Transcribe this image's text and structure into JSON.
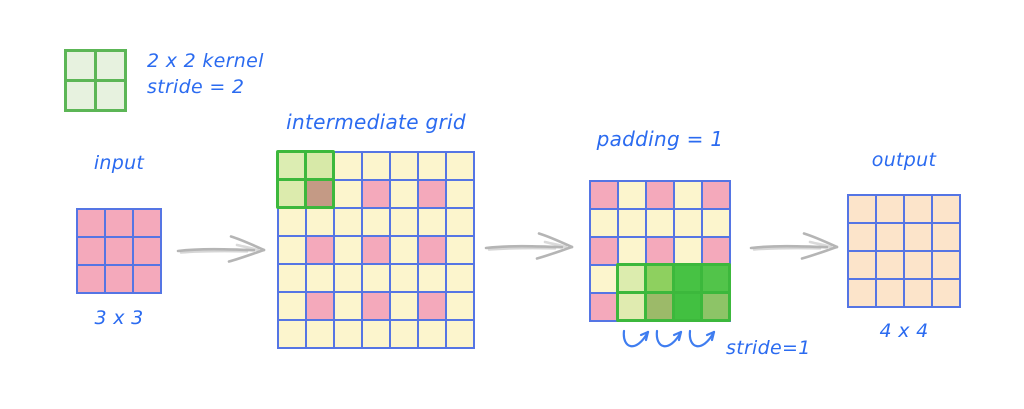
{
  "palette": {
    "pink": "#f4a9bb",
    "yellow": "#fcf5cd",
    "peach": "#fce4ca",
    "grid_line": "#5575e4",
    "kernel_fill": "#e7f2df",
    "kernel_line": "#5cb656",
    "overlay_line": "#3cb83c",
    "text_blue": "#2b6bf0",
    "arrow_gray": "#b5b5b5",
    "arc_blue": "#3f7df0"
  },
  "fillmap": {
    "p": "pink",
    "y": "yellow",
    "o": "peach",
    "k": "kernel_fill"
  },
  "labels": {
    "kernel": "2 x 2 kernel",
    "kernel_stride": "stride = 2",
    "input_title": "input",
    "input_size": "3 x 3",
    "intermediate_title": "intermediate grid",
    "padded_title": "padding = 1",
    "padded_stride": "stride=1",
    "output_title": "output",
    "output_size": "4 x 4"
  },
  "grids": {
    "kernel_legend": {
      "rows": 2,
      "cols": 2,
      "cell": 27,
      "gap": 3,
      "pad": 3,
      "line": "kernel_line",
      "cells": [
        "kk",
        "kk"
      ]
    },
    "input": {
      "rows": 3,
      "cols": 3,
      "cell": 26,
      "line": "grid_line",
      "cells": [
        "ppp",
        "ppp",
        "ppp"
      ]
    },
    "intermediate": {
      "rows": 7,
      "cols": 7,
      "cell": 26,
      "line": "grid_line",
      "cells": [
        "yyyyyyy",
        "ypypypy",
        "yyyyyyy",
        "ypypypy",
        "yyyyyyy",
        "ypypypy",
        "yyyyyyy"
      ],
      "overlay": {
        "name": "kernel-overlay-stride2",
        "r0": 0,
        "c0": 0,
        "rows": 2,
        "cols": 2,
        "line": "overlay_line",
        "cell_colors": [
          [
            "#dcedb2",
            "#d7e9a8"
          ],
          [
            "#dcebad",
            "#c49a85"
          ]
        ]
      }
    },
    "padded": {
      "rows": 5,
      "cols": 5,
      "cell": 26,
      "line": "grid_line",
      "cells": [
        "pypyp",
        "yyyyy",
        "pypyp",
        "yyyyy",
        "pypyp"
      ],
      "overlay": {
        "name": "kernel-overlay-stride1",
        "r0": 3,
        "c0": 1,
        "rows": 2,
        "cols": 4,
        "line": "overlay_line",
        "cell_colors": [
          [
            "#dcecae",
            "#8ed05f",
            "#47c244",
            "#52c44a"
          ],
          [
            "#e0ebb0",
            "#9cba69",
            "#42c041",
            "#8dc467"
          ]
        ]
      }
    },
    "output": {
      "rows": 4,
      "cols": 4,
      "cell": 26,
      "line": "grid_line",
      "cells": [
        "oooo",
        "oooo",
        "oooo",
        "oooo"
      ]
    }
  }
}
